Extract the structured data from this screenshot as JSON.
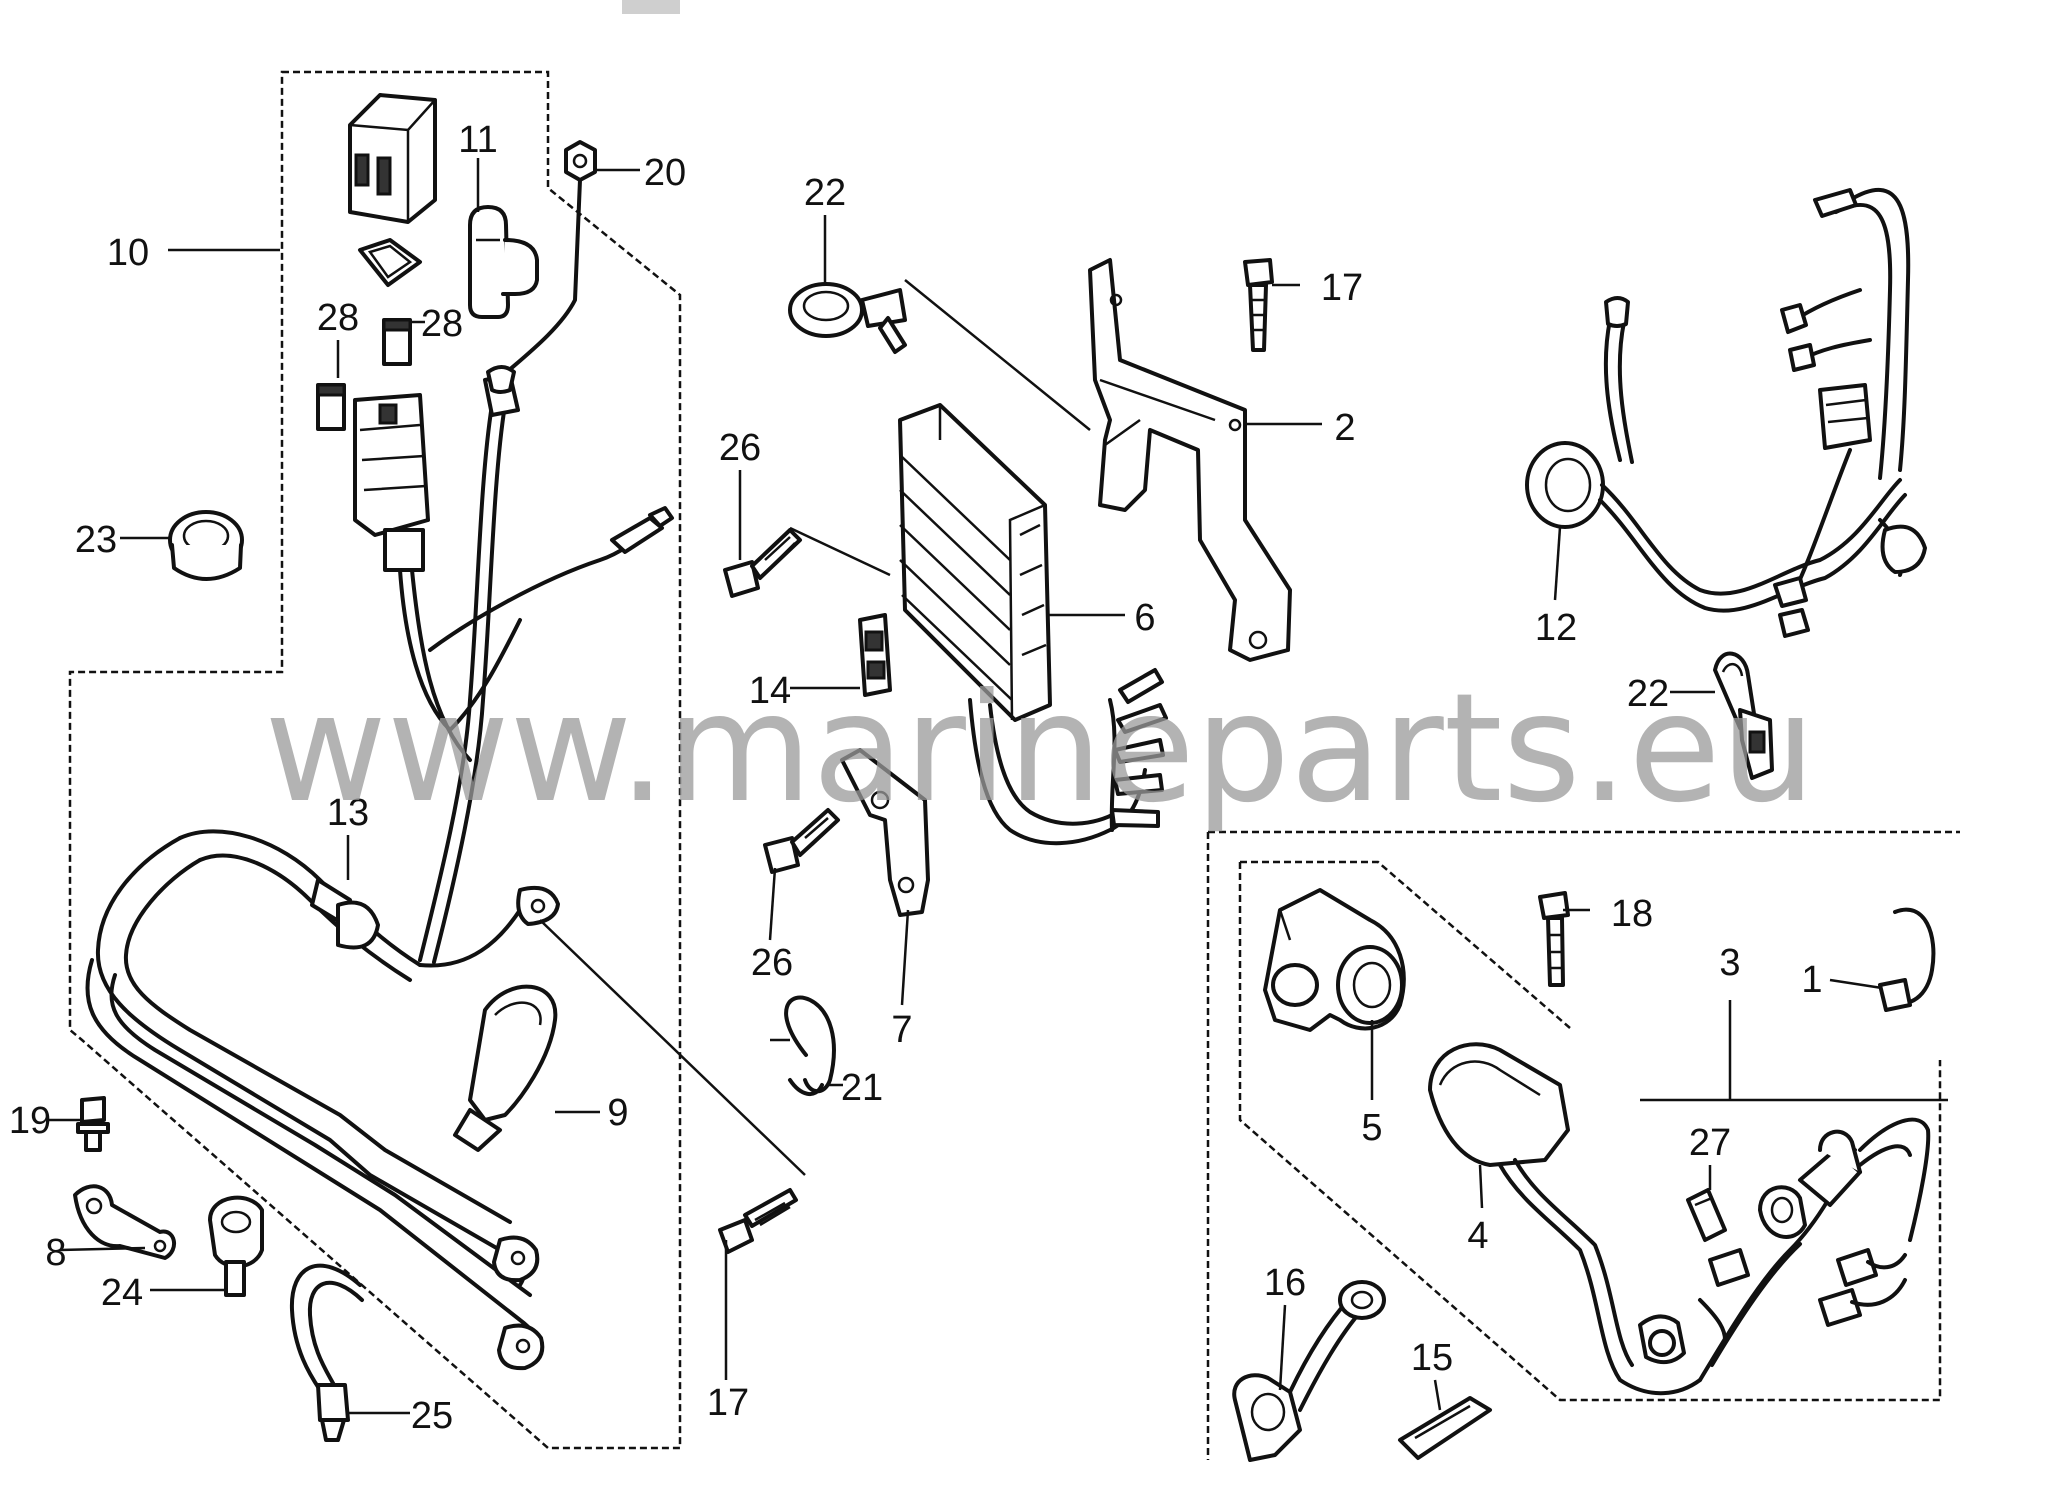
{
  "watermark": "www.marineparts.eu",
  "callouts": [
    {
      "id": "c10",
      "label": "10"
    },
    {
      "id": "c11",
      "label": "11"
    },
    {
      "id": "c20",
      "label": "20"
    },
    {
      "id": "c28a",
      "label": "28"
    },
    {
      "id": "c28b",
      "label": "28"
    },
    {
      "id": "c23",
      "label": "23"
    },
    {
      "id": "c13",
      "label": "13"
    },
    {
      "id": "c9",
      "label": "9"
    },
    {
      "id": "c19",
      "label": "19"
    },
    {
      "id": "c8",
      "label": "8"
    },
    {
      "id": "c24",
      "label": "24"
    },
    {
      "id": "c25",
      "label": "25"
    },
    {
      "id": "c17a",
      "label": "17"
    },
    {
      "id": "c22a",
      "label": "22"
    },
    {
      "id": "c17b",
      "label": "17"
    },
    {
      "id": "c2",
      "label": "2"
    },
    {
      "id": "c26a",
      "label": "26"
    },
    {
      "id": "c6",
      "label": "6"
    },
    {
      "id": "c14",
      "label": "14"
    },
    {
      "id": "c26b",
      "label": "26"
    },
    {
      "id": "c21",
      "label": "21"
    },
    {
      "id": "c7",
      "label": "7"
    },
    {
      "id": "c12",
      "label": "12"
    },
    {
      "id": "c22b",
      "label": "22"
    },
    {
      "id": "c18",
      "label": "18"
    },
    {
      "id": "c3",
      "label": "3"
    },
    {
      "id": "c1",
      "label": "1"
    },
    {
      "id": "c5",
      "label": "5"
    },
    {
      "id": "c27",
      "label": "27"
    },
    {
      "id": "c4",
      "label": "4"
    },
    {
      "id": "c16",
      "label": "16"
    },
    {
      "id": "c15",
      "label": "15"
    }
  ]
}
